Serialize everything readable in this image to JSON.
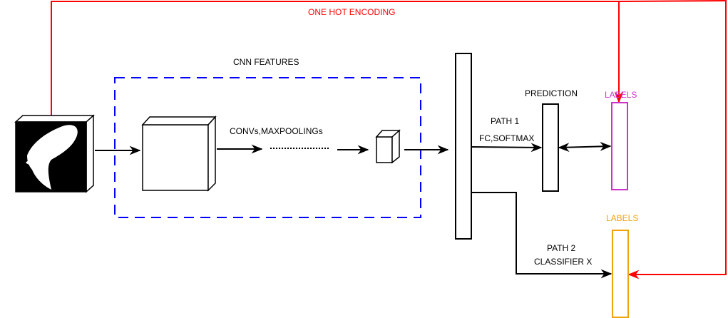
{
  "labels": {
    "one_hot_encoding": "ONE HOT ENCODING",
    "cnn_features": "CNN FEATURES",
    "convs_maxpoolings": "CONVs,MAXPOOLINGs",
    "prediction": "PREDICTION",
    "labels_top": "LABELS",
    "path1": "PATH 1",
    "fc_softmax": "FC,SOFTMAX",
    "labels_bottom": "LABELS",
    "path2": "PATH 2",
    "classifier_x": "CLASSIFIER X"
  },
  "colors": {
    "one_hot": "#ff0000",
    "cnn_box": "#0000ff",
    "labels_top": "#cc33cc",
    "labels_bottom": "#f0a30a",
    "stroke": "#000000"
  }
}
